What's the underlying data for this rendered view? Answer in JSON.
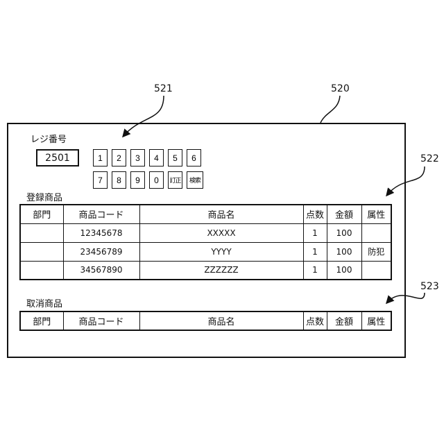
{
  "refs": {
    "screen": "520",
    "keypad": "521",
    "registered_table": "522",
    "cancelled_table": "523"
  },
  "register": {
    "label": "レジ番号",
    "value": "2501"
  },
  "keypad": {
    "row1": [
      "1",
      "2",
      "3",
      "4",
      "5",
      "6"
    ],
    "row2": [
      "7",
      "8",
      "9",
      "0",
      "訂正",
      "検索"
    ]
  },
  "registered": {
    "title": "登録商品",
    "headers": [
      "部門",
      "商品コード",
      "商品名",
      "点数",
      "金額",
      "属性"
    ],
    "rows": [
      [
        "",
        "12345678",
        "XXXXX",
        "1",
        "100",
        ""
      ],
      [
        "",
        "23456789",
        "YYYY",
        "1",
        "100",
        "防犯"
      ],
      [
        "",
        "34567890",
        "ZZZZZZ",
        "1",
        "100",
        ""
      ]
    ]
  },
  "cancelled": {
    "title": "取消商品",
    "headers": [
      "部門",
      "商品コード",
      "商品名",
      "点数",
      "金額",
      "属性"
    ]
  }
}
